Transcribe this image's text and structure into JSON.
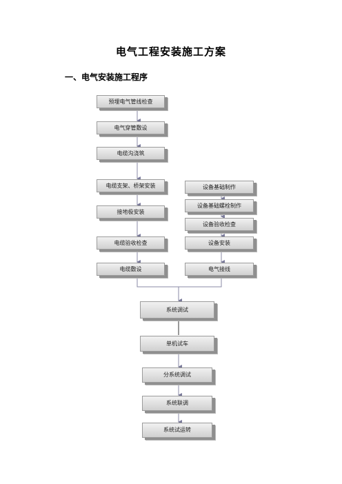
{
  "doc": {
    "title": "电气工程安装施工方案",
    "section_heading": "一、电气安装施工程序"
  },
  "flow": {
    "left_column": [
      "预埋电气管线检查",
      "电气穿管敷设",
      "电缆沟浇筑",
      "电缆支架、桥架安装",
      "接地极安装",
      "电缆验收检查",
      "电缆敷设"
    ],
    "right_column": [
      "设备基础制作",
      "设备基础螺栓制作",
      "设备验收检查",
      "设备安装",
      "电气接线"
    ],
    "center_column": [
      "系统调试",
      "单机试车",
      "分系统调试",
      "系统联调",
      "系统试运转"
    ]
  }
}
